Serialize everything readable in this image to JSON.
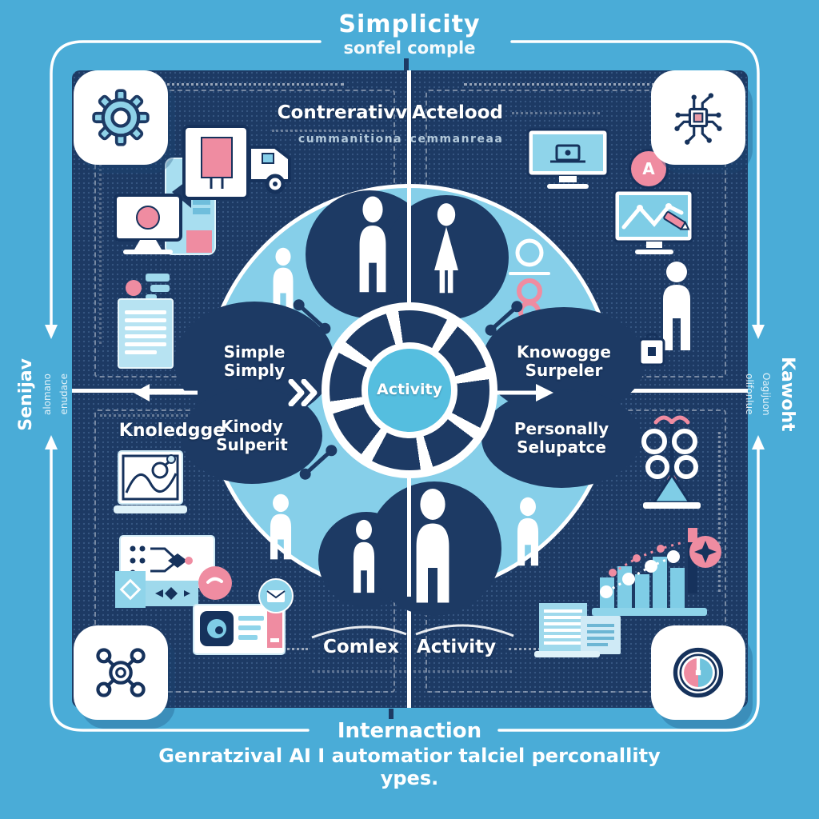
{
  "colors": {
    "sky": "#4AACD7",
    "panel": "#1D3A64",
    "circle": "#86CFE9",
    "core": "#55BEDF",
    "pink": "#EF8CA1",
    "white": "#FFFFFF"
  },
  "titles": {
    "top": "Simplicity",
    "top_sub": "sonfel comple",
    "bottom": "Internaction",
    "bottom_sub": "Genratzival AI I automatior talciel perconallity ypes."
  },
  "axes": {
    "left": {
      "label": "Senijav",
      "sub1": "alomano",
      "sub2": "enudace"
    },
    "right": {
      "label": "Kawoht",
      "sub1": "Oagijuon",
      "sub2": "olifonlue"
    }
  },
  "quadrants": {
    "top_left": {
      "heading": "Contrerativv",
      "sub": "cummanitiona",
      "bubble1": "Simple",
      "bubble2": "Simply"
    },
    "top_right": {
      "heading": "Actelood",
      "sub": "cemmanreaa",
      "bubble1": "Knowogge",
      "bubble2": "Surpeler"
    },
    "bottom_left": {
      "heading": "Knoledgge",
      "bubble1": "Kinody",
      "bubble2": "Sulperit",
      "bottom_label": "Comlex"
    },
    "bottom_right": {
      "bubble1": "Personally",
      "bubble2": "Selupatce",
      "bottom_label": "Activity"
    }
  },
  "center": {
    "label": "Activity"
  },
  "badges": {
    "a": "A"
  }
}
